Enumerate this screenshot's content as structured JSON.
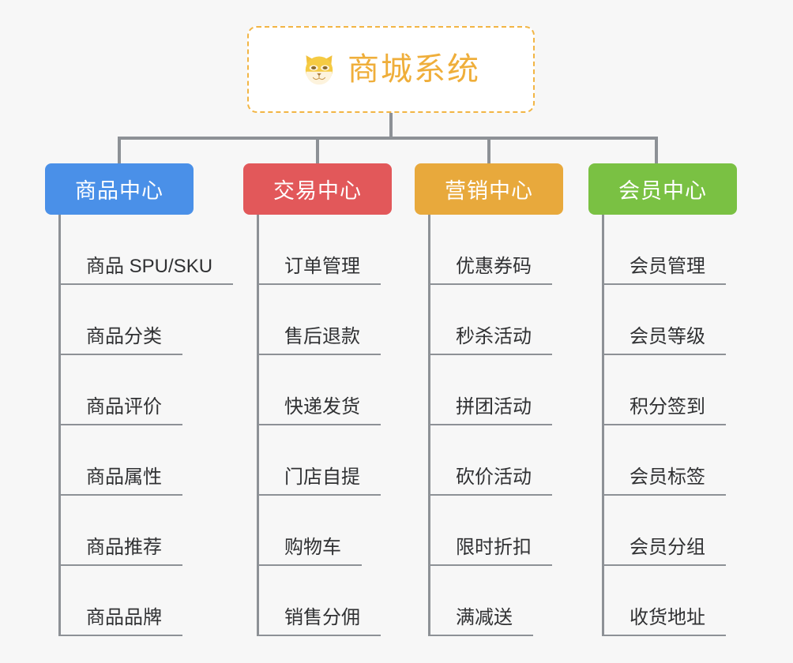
{
  "page": {
    "background_color": "#f7f7f7",
    "line_color": "#8d9196"
  },
  "root": {
    "title": "商城系统",
    "icon": "dog-face-icon",
    "text_color": "#efae3a",
    "border_color": "#f2b544",
    "background_color": "#ffffff"
  },
  "categories": [
    {
      "label": "商品中心",
      "color": "#4a90e8",
      "width": 188,
      "items": [
        "商品 SPU/SKU",
        "商品分类",
        "商品评价",
        "商品属性",
        "商品推荐",
        "商品品牌"
      ]
    },
    {
      "label": "交易中心",
      "color": "#e2585a",
      "width": 188,
      "items": [
        "订单管理",
        "售后退款",
        "快递发货",
        "门店自提",
        "购物车",
        "销售分佣"
      ]
    },
    {
      "label": "营销中心",
      "color": "#e8a93c",
      "width": 188,
      "items": [
        "优惠券码",
        "秒杀活动",
        "拼团活动",
        "砍价活动",
        "限时折扣",
        "满减送"
      ]
    },
    {
      "label": "会员中心",
      "color": "#7ac143",
      "width": 188,
      "items": [
        "会员管理",
        "会员等级",
        "积分签到",
        "会员标签",
        "会员分组",
        "收货地址"
      ]
    }
  ]
}
